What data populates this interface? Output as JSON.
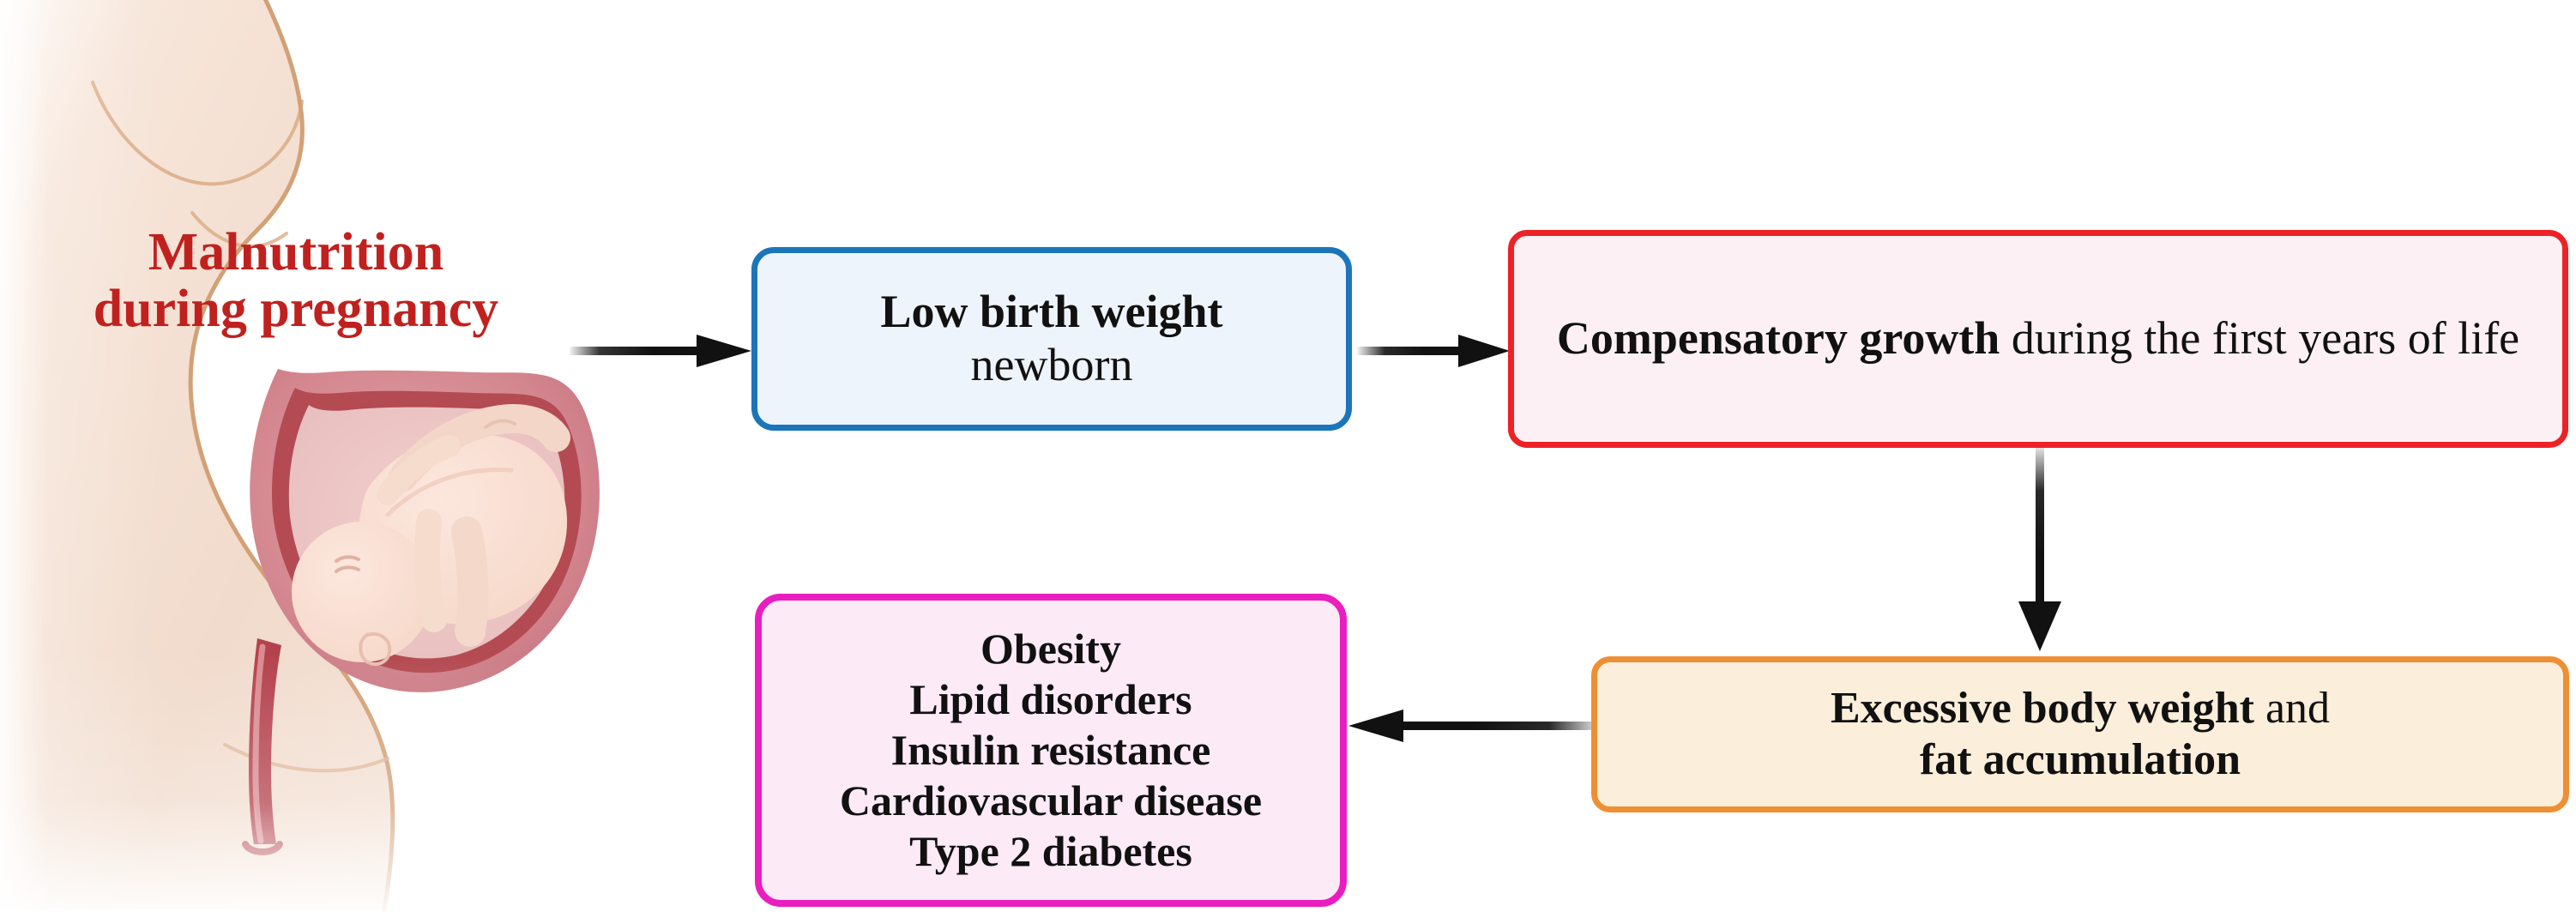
{
  "diagram": {
    "title_label": "Malnutrition\nduring pregnancy",
    "illustration": {
      "name": "pregnant-woman-fetus-illustration",
      "description": "Side-profile silhouette of a pregnant woman with a cross-section of the uterus showing a fetus in cephalic position",
      "skin_color": "#f2ded1",
      "outline_color": "#d2a177",
      "uterus_outer_color": "#d98a92",
      "uterus_inner_color": "#b44a52",
      "amniotic_color": "#eec3c3",
      "fetus_color": "#f8dfd4",
      "cervix_color": "#b4424c"
    },
    "nodes": [
      {
        "id": "low-birth-weight",
        "name": "box-low-birth-weight",
        "segments": [
          {
            "text": "Low birth weight",
            "bold": true
          },
          {
            "text": "newborn",
            "bold": false
          }
        ],
        "plain_text": "Low birth weight newborn",
        "border_color": "#1b75bb",
        "fill_color": "#eef4fb"
      },
      {
        "id": "compensatory-growth",
        "name": "box-compensatory-growth",
        "segments": [
          {
            "text": "Compensatory growth",
            "bold": true
          },
          {
            "text": " during the first years of life",
            "bold": false
          }
        ],
        "plain_text": "Compensatory growth during the first years of life",
        "border_color": "#ec2227",
        "fill_color": "#fdf0f5"
      },
      {
        "id": "excessive-body-weight",
        "name": "box-excessive-weight",
        "segments": [
          {
            "text": "Excessive body weight",
            "bold": true
          },
          {
            "text": " and",
            "bold": false
          },
          {
            "text": "fat accumulation",
            "bold": true
          }
        ],
        "plain_text": "Excessive body weight and fat accumulation",
        "border_color": "#ef8f33",
        "fill_color": "#fbeeda"
      },
      {
        "id": "outcomes",
        "name": "box-outcomes",
        "items": [
          "Obesity",
          "Lipid disorders",
          "Insulin resistance",
          "Cardiovascular disease",
          "Type 2 diabetes"
        ],
        "plain_text": "Obesity Lipid disorders Insulin resistance Cardiovascular disease Type 2 diabetes",
        "border_color": "#e91ec0",
        "fill_color": "#fdeaf7"
      }
    ],
    "arrows": [
      {
        "id": "malnutrition-to-lbw",
        "name": "arrow-malnutrition-to-lbw",
        "direction": "right",
        "from": "Malnutrition during pregnancy",
        "to": "Low birth weight newborn",
        "color": "#111111"
      },
      {
        "id": "lbw-to-growth",
        "name": "arrow-lbw-to-growth",
        "direction": "right",
        "from": "Low birth weight newborn",
        "to": "Compensatory growth during the first years of life",
        "color": "#111111"
      },
      {
        "id": "growth-to-weight",
        "name": "arrow-growth-to-weight",
        "direction": "down",
        "from": "Compensatory growth during the first years of life",
        "to": "Excessive body weight and fat accumulation",
        "color": "#111111"
      },
      {
        "id": "weight-to-outcomes",
        "name": "arrow-weight-to-outcomes",
        "direction": "left",
        "from": "Excessive body weight and fat accumulation",
        "to": "Obesity / Lipid disorders / Insulin resistance / Cardiovascular disease / Type 2 diabetes",
        "color": "#111111"
      }
    ],
    "colors": {
      "background": "#ffffff",
      "label_red": "#c0211f",
      "text_black": "#111111"
    }
  }
}
